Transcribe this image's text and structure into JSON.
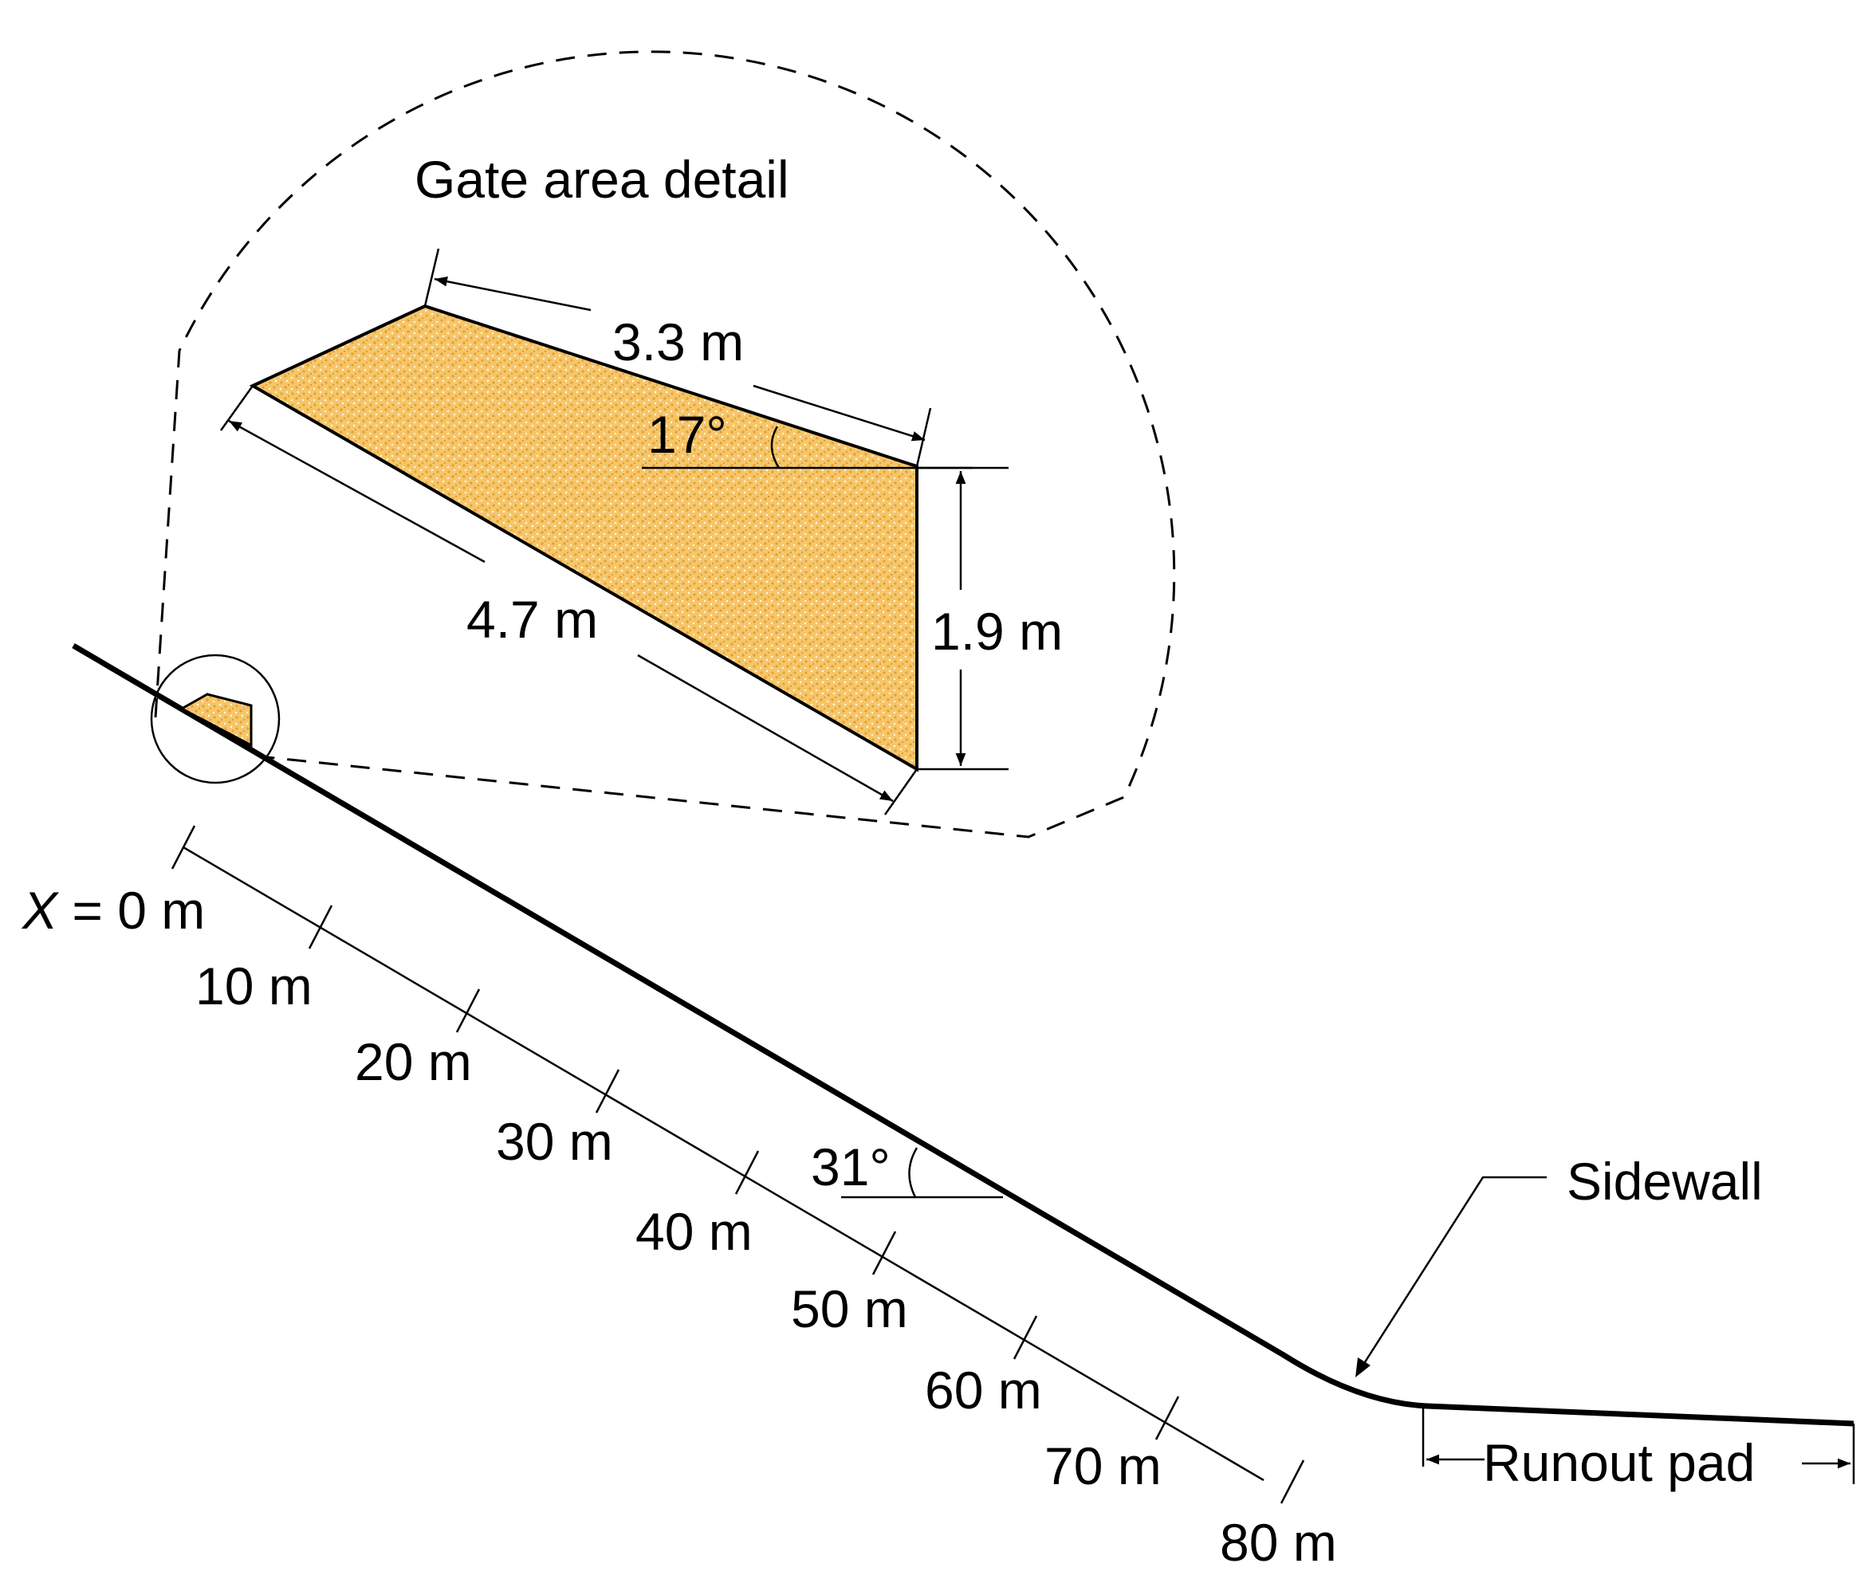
{
  "detail": {
    "title": "Gate area detail",
    "dim_top": "3.3 m",
    "dim_bottom": "4.7 m",
    "dim_height": "1.9 m",
    "angle": "17°"
  },
  "slope": {
    "angle": "31°",
    "x_prefix": "X",
    "x_suffix": " = 0 m",
    "ticks": [
      "10 m",
      "20 m",
      "30 m",
      "40 m",
      "50 m",
      "60 m",
      "70 m",
      "80 m"
    ]
  },
  "labels": {
    "sidewall": "Sidewall",
    "runout": "Runout pad"
  },
  "colors": {
    "fill": "#f5c66a",
    "speckle": "#e9a030",
    "line": "#000000"
  }
}
